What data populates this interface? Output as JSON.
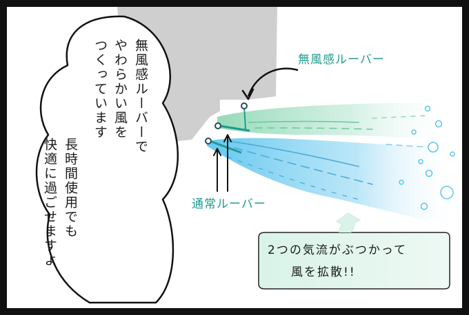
{
  "speech_bubble": {
    "column1": "無風感ルーバーで",
    "column2": "やわらかい風を",
    "column3": "つくっています",
    "column4": "長時間使用でも",
    "column5": "快適に過ごせますよ"
  },
  "labels": {
    "top_louver": "無風感ルーバー",
    "bottom_louver": "通常ルーバー"
  },
  "caption": {
    "line1": "2つの気流がぶつかって",
    "line2": "風を拡散!!"
  },
  "colors": {
    "label_teal": "#1f9a90",
    "airflow_green": "#8fd8b4",
    "airflow_blue": "#5cc4ee",
    "unit_gray": "#cfcfcf",
    "border": "#111111"
  }
}
